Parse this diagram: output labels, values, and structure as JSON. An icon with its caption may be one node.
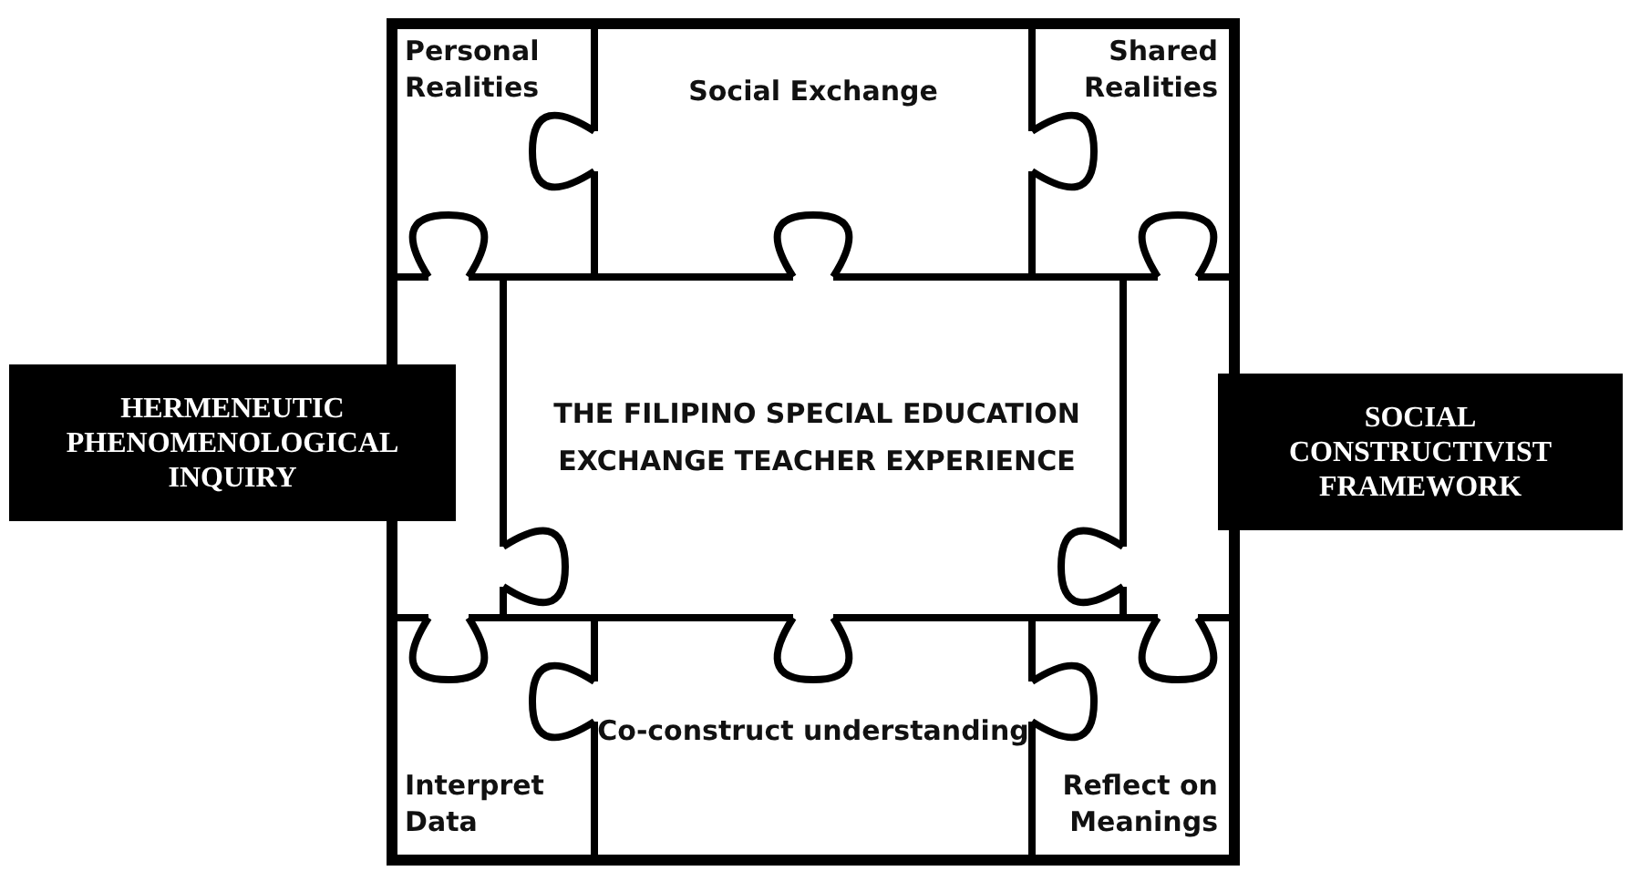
{
  "diagram": {
    "nodes": [
      {
        "text": [],
        "shape": "box"
      },
      {
        "text": [
          "Personal Realities"
        ],
        "in": 0
      },
      {
        "text": [
          "Social Exchange"
        ],
        "in": 0
      },
      {
        "text": [
          "Shared Realities"
        ],
        "in": 0
      },
      {
        "text": [
          "HERMENEUTIC PHENOMENOLOGICAL INQUIRY"
        ]
      },
      {
        "text": [],
        "shape": "puzzle-piece",
        "in": 0
      },
      {
        "text": [
          "THE FILIPINO SPECIAL EDUCATION EXCHANGE TEACHER EXPERIENCE"
        ],
        "in": 0
      },
      {
        "text": [],
        "shape": "puzzle-piece",
        "in": 0
      },
      {
        "text": [
          "SOCIAL CONSTRUCTIVIST FRAMEWORK"
        ]
      },
      {
        "text": [
          "Interpret Data"
        ],
        "in": 0
      },
      {
        "text": [
          "Co-construct understanding"
        ],
        "in": 0
      },
      {
        "text": [
          "Reflect on Meanings"
        ],
        "in": 0
      }
    ],
    "edges": []
  }
}
